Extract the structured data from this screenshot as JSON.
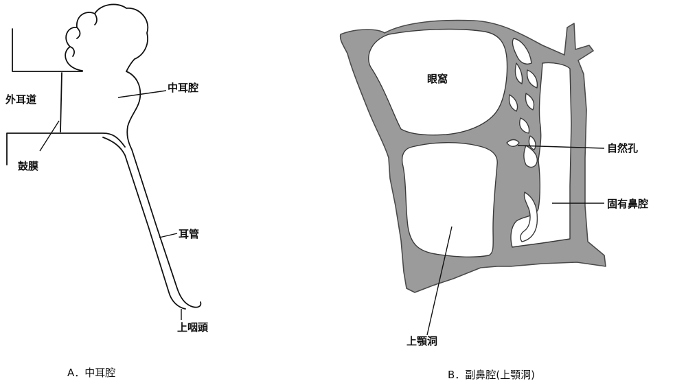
{
  "diagram_a": {
    "labels": {
      "external_ear_canal": "外耳道",
      "middle_ear_cavity": "中耳腔",
      "eardrum": "鼓膜",
      "eustachian_tube": "耳管",
      "nasopharynx": "上咽頭"
    },
    "caption": "A．中耳腔"
  },
  "diagram_b": {
    "labels": {
      "orbit": "眼窩",
      "natural_ostium": "自然孔",
      "nasal_cavity_proper": "固有鼻腔",
      "maxillary_sinus": "上顎洞"
    },
    "caption": "B．副鼻腔(上顎洞)"
  },
  "colors": {
    "line": "#111111",
    "bone_fill": "#9b9b9b",
    "background": "#ffffff"
  }
}
